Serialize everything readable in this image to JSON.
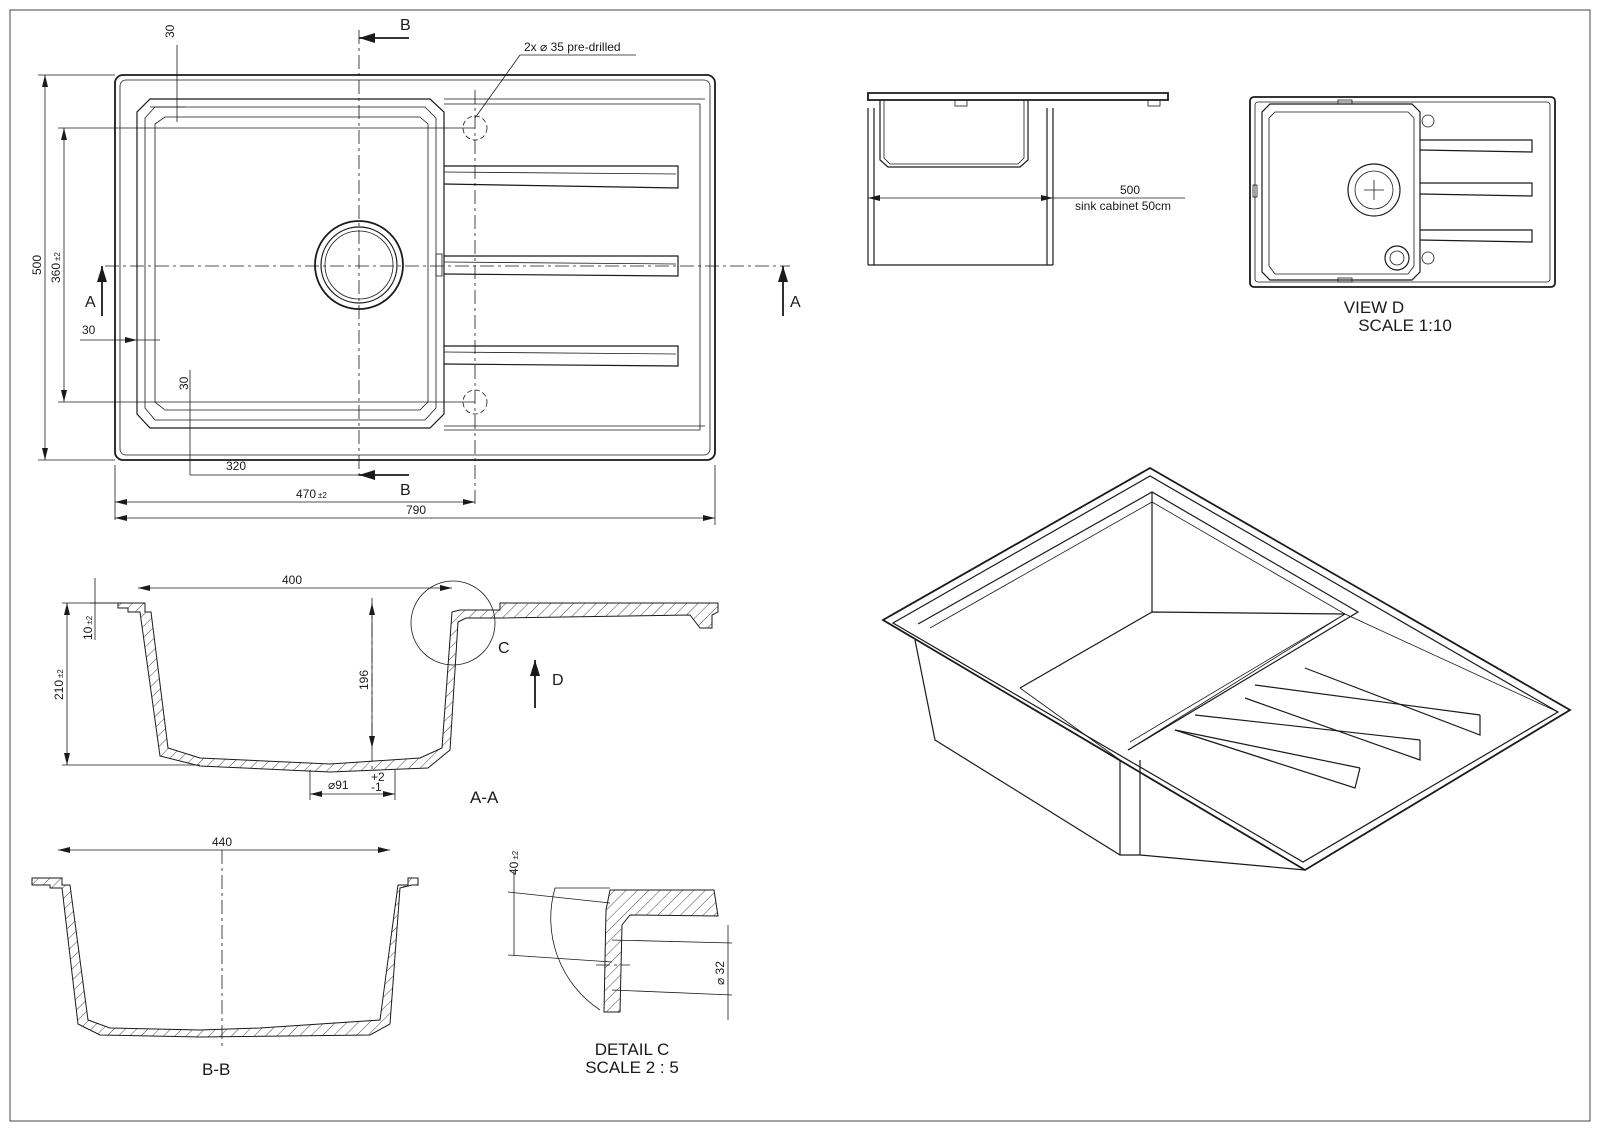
{
  "plan_view": {
    "section_marker_b": "B",
    "section_marker_a": "A",
    "pre_drilled_note": "2x ⌀ 35 pre-drilled",
    "dim_30_top": "30",
    "dim_500": "500",
    "dim_360": "360",
    "dim_360_tol": "±2",
    "dim_30_left": "30",
    "dim_30_inner": "30",
    "dim_320": "320",
    "dim_470": "470",
    "dim_470_tol": "±2",
    "dim_790": "790"
  },
  "side_view": {
    "dim_500": "500",
    "cabinet_note": "sink cabinet 50cm"
  },
  "view_d": {
    "title": "VIEW D",
    "scale": "SCALE 1:10"
  },
  "section_aa": {
    "dim_400": "400",
    "dim_10": "10",
    "dim_10_tol": "±2",
    "dim_210": "210",
    "dim_210_tol": "±2",
    "dim_196": "196",
    "dim_91": "⌀91",
    "dim_91_tol_upper": "+2",
    "dim_91_tol_lower": "-1",
    "detail_marker": "C",
    "view_marker": "D",
    "title": "A-A"
  },
  "section_bb": {
    "dim_440": "440",
    "title": "B-B"
  },
  "detail_c": {
    "dim_40": "40",
    "dim_40_tol": "±2",
    "dim_32": "⌀ 32",
    "title": "DETAIL C",
    "scale": "SCALE 2 : 5"
  }
}
